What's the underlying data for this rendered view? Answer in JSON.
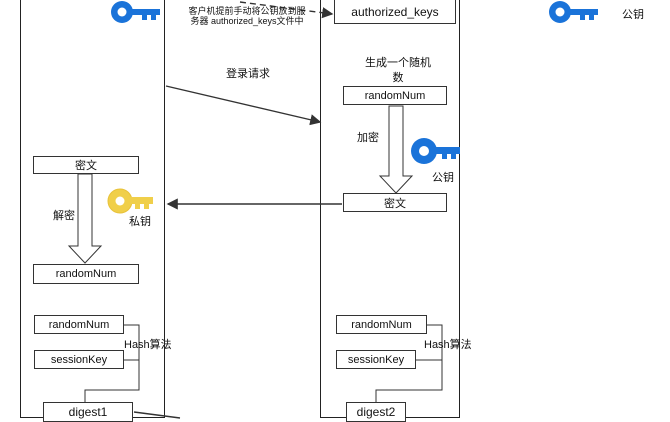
{
  "server": {
    "authorized_keys": "authorized_keys",
    "random_title": "生成一个随机数",
    "random_num": "randomNum",
    "encrypt_label": "加密",
    "public_key_label": "公钥",
    "cipher": "密文",
    "random_num_2": "randomNum",
    "session_key": "sessionKey",
    "hash_label": "Hash算法",
    "digest": "digest2"
  },
  "client": {
    "cipher": "密文",
    "decrypt_label": "解密",
    "private_key_label": "私钥",
    "random_num": "randomNum",
    "random_num_2": "randomNum",
    "session_key": "sessionKey",
    "hash_label": "Hash算法",
    "digest": "digest1"
  },
  "messages": {
    "upload_note": "客户机提前手动将公钥放到服务器 authorized_keys文件中",
    "login_request": "登录请求"
  },
  "legend": {
    "public_key_label": "公钥"
  },
  "colors": {
    "public_key": "#1a73d9",
    "private_key": "#f0cf4a",
    "line": "#333333"
  },
  "icons": {
    "public_key": "key-icon",
    "private_key": "key-icon"
  }
}
